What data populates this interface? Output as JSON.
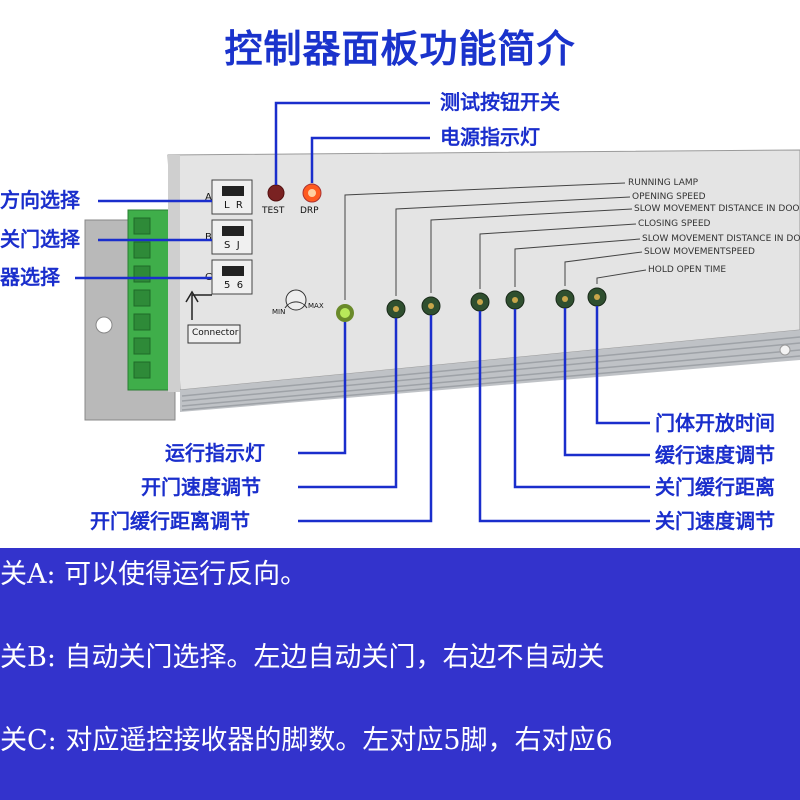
{
  "title": "控制器面板功能简介",
  "top_callouts": {
    "test_switch": "测试按钮开关",
    "power_light": "电源指示灯"
  },
  "left_callouts": {
    "direction": "方向选择",
    "close_door": "关门选择",
    "receiver": "器选择"
  },
  "panel": {
    "test_label": "TEST",
    "drp_label": "DRP",
    "switch_a": "A",
    "switch_a_pos": "L  R",
    "switch_b": "B",
    "switch_b_pos": "S  J",
    "switch_c": "C",
    "switch_c_pos": "5  6",
    "connector": "Connector",
    "min": "MIN",
    "max": "MAX",
    "labels": [
      "RUNNING LAMP",
      "OPENING SPEED",
      "SLOW MOVEMENT DISTANCE IN DOO",
      "CLOSING SPEED",
      "SLOW MOVEMENT DISTANCE IN DO",
      "SLOW MOVEMENTSPEED",
      "HOLD OPEN TIME"
    ]
  },
  "bottom_callouts_left": {
    "running_light": "运行指示灯",
    "opening_speed": "开门速度调节",
    "opening_slow": "开门缓行距离调节"
  },
  "bottom_callouts_right": {
    "hold_open": "门体开放时间",
    "slow_speed": "缓行速度调节",
    "closing_slow": "关门缓行距离",
    "closing_speed": "关门速度调节"
  },
  "descriptions": [
    "关A: 可以使得运行反向。",
    "关B: 自动关门选择。左边自动关门，右边不自动关",
    "关C: 对应遥控接收器的脚数。左对应5脚，右对应6"
  ],
  "colors": {
    "accent": "#1a2ecc",
    "banner": "#3333cc",
    "terminal": "#3fae4a",
    "led_green": "#8ccf3a"
  }
}
